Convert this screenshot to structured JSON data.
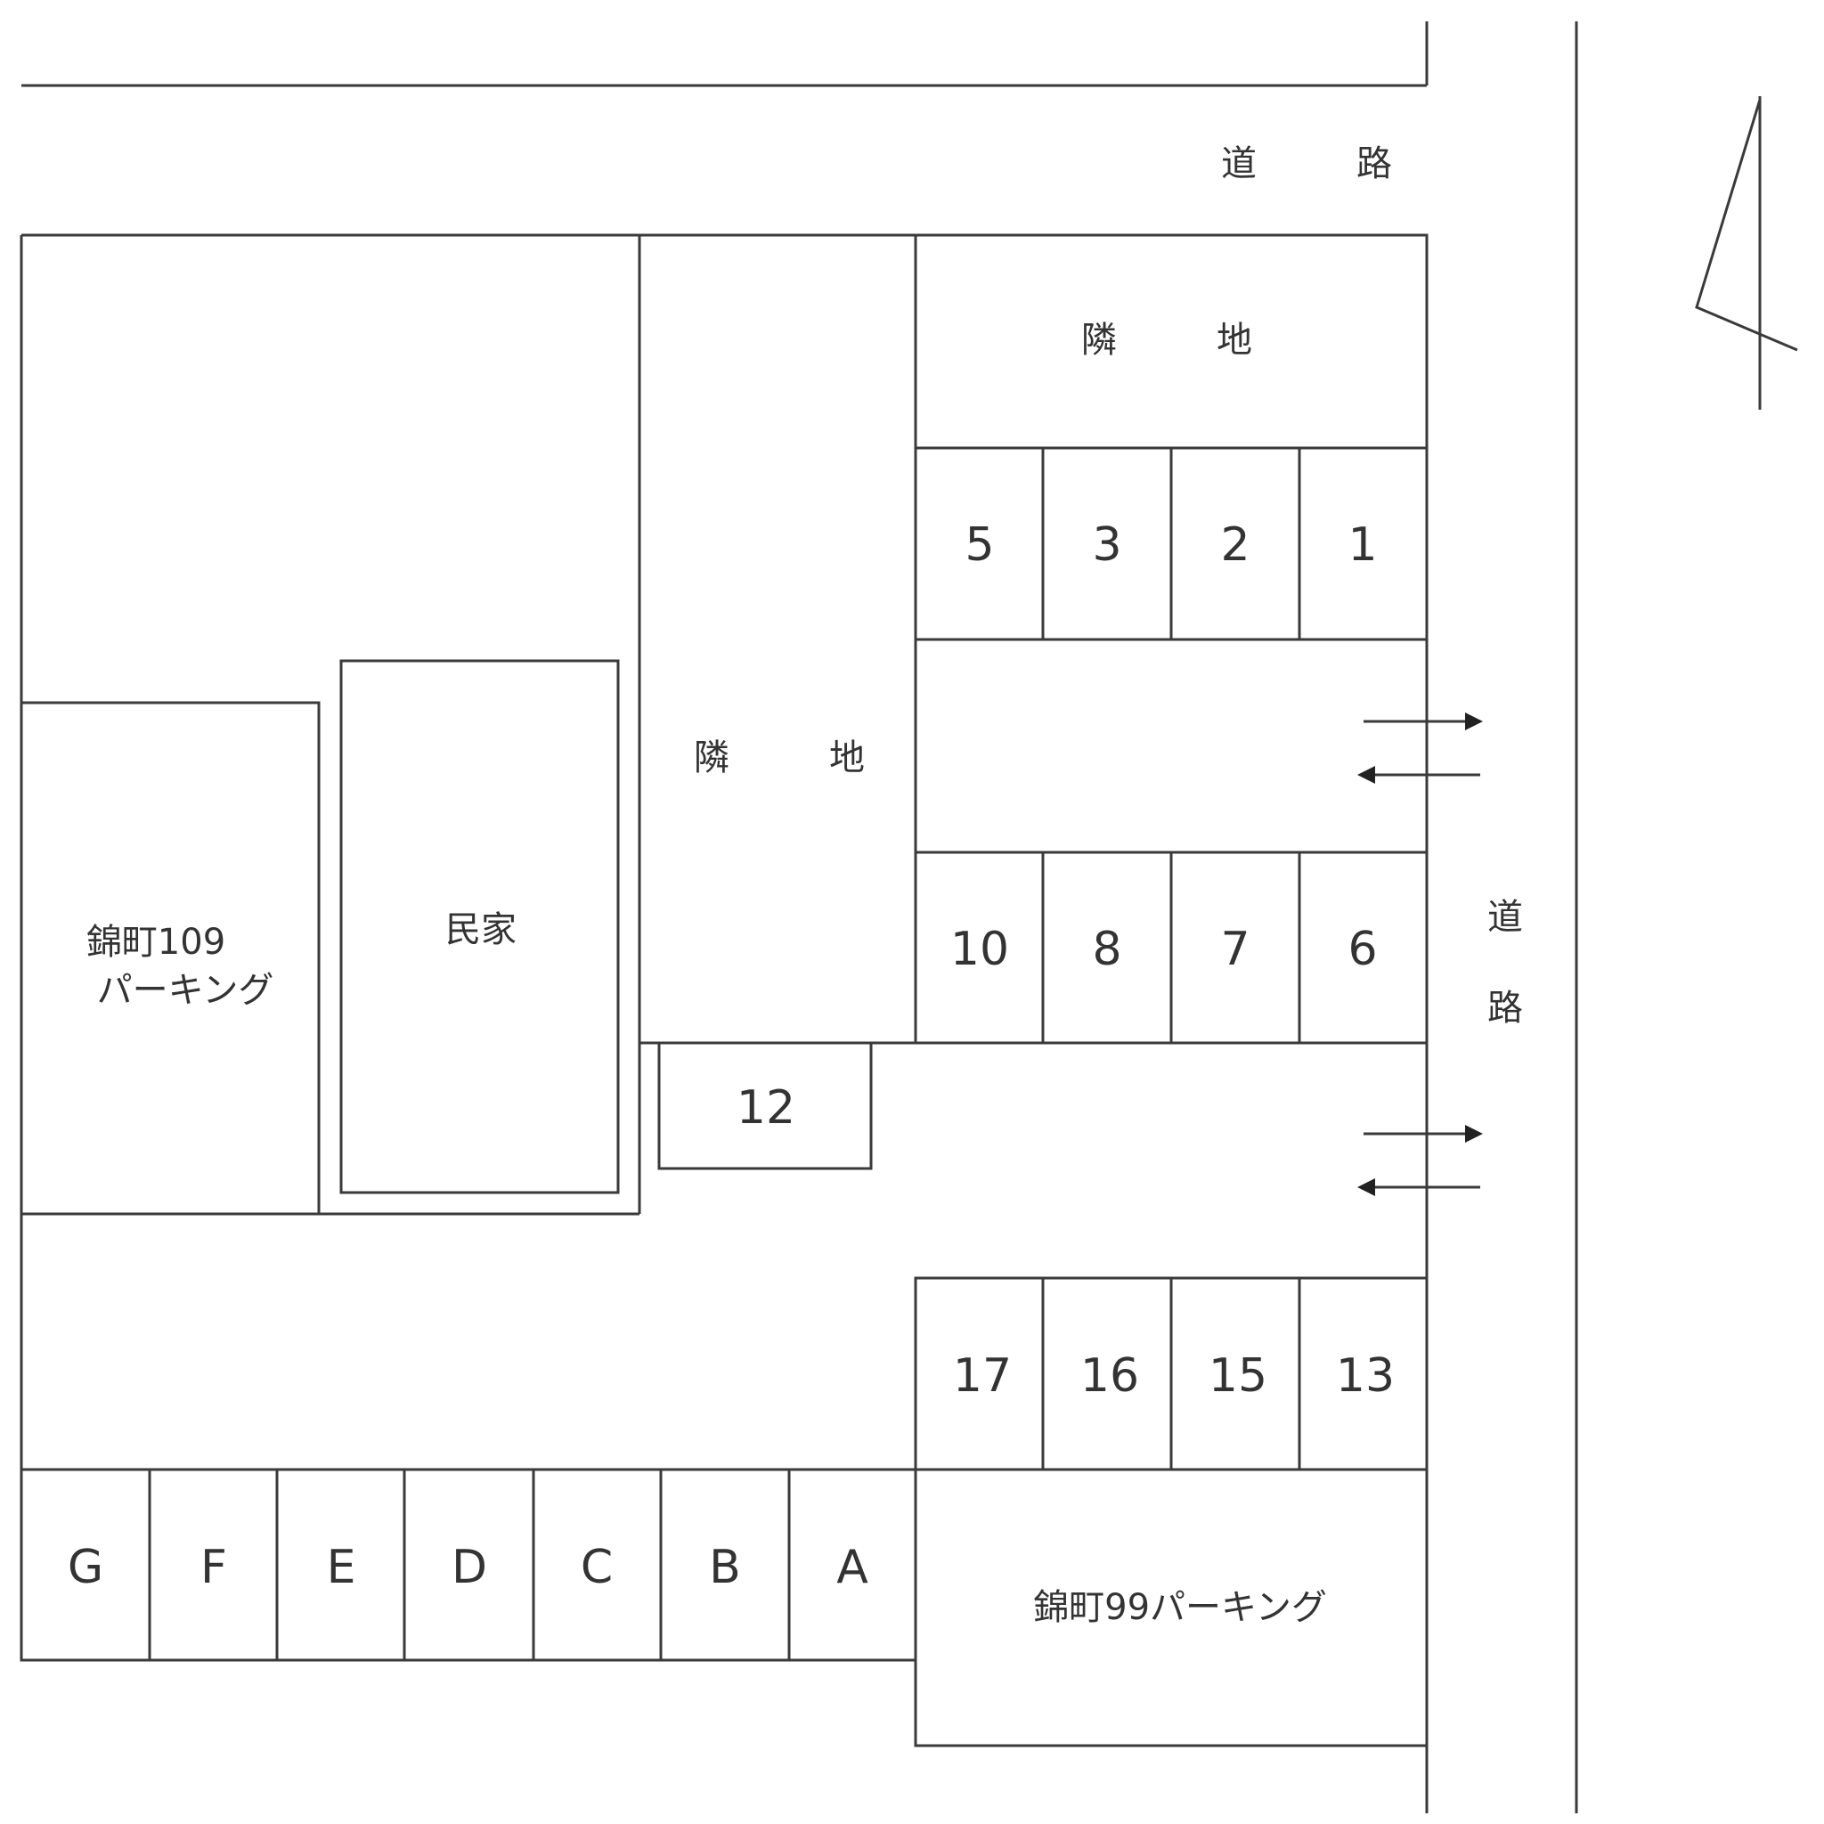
{
  "diagram": {
    "type": "parking-lot-site-plan",
    "colors": {
      "line": "#3a3a3a",
      "text": "#333333",
      "background": "#ffffff"
    },
    "roads": {
      "north": {
        "label": "道　路"
      },
      "east": {
        "label_top": "道",
        "label_bottom": "路"
      }
    },
    "north_arrow": {
      "icon": "north-arrow-icon"
    },
    "neighbor_lots": [
      {
        "id": "neighbor-top-right",
        "label": "隣　地"
      },
      {
        "id": "neighbor-left",
        "label": "隣　地"
      }
    ],
    "buildings": {
      "parking_109": {
        "line1": "錦町109",
        "line2": "パーキング"
      },
      "private_house": {
        "label": "民家"
      },
      "parking_99": {
        "label": "錦町99パーキング"
      }
    },
    "stalls": {
      "row1": [
        "5",
        "3",
        "2",
        "1"
      ],
      "row2": [
        "10",
        "8",
        "7",
        "6"
      ],
      "row3": [
        "17",
        "16",
        "15",
        "13"
      ],
      "single": "12",
      "lettered": [
        "G",
        "F",
        "E",
        "D",
        "C",
        "B",
        "A"
      ]
    },
    "entrances": [
      {
        "id": "entrance-1",
        "arrows": [
          "in",
          "out"
        ]
      },
      {
        "id": "entrance-2",
        "arrows": [
          "in",
          "out"
        ]
      }
    ]
  }
}
